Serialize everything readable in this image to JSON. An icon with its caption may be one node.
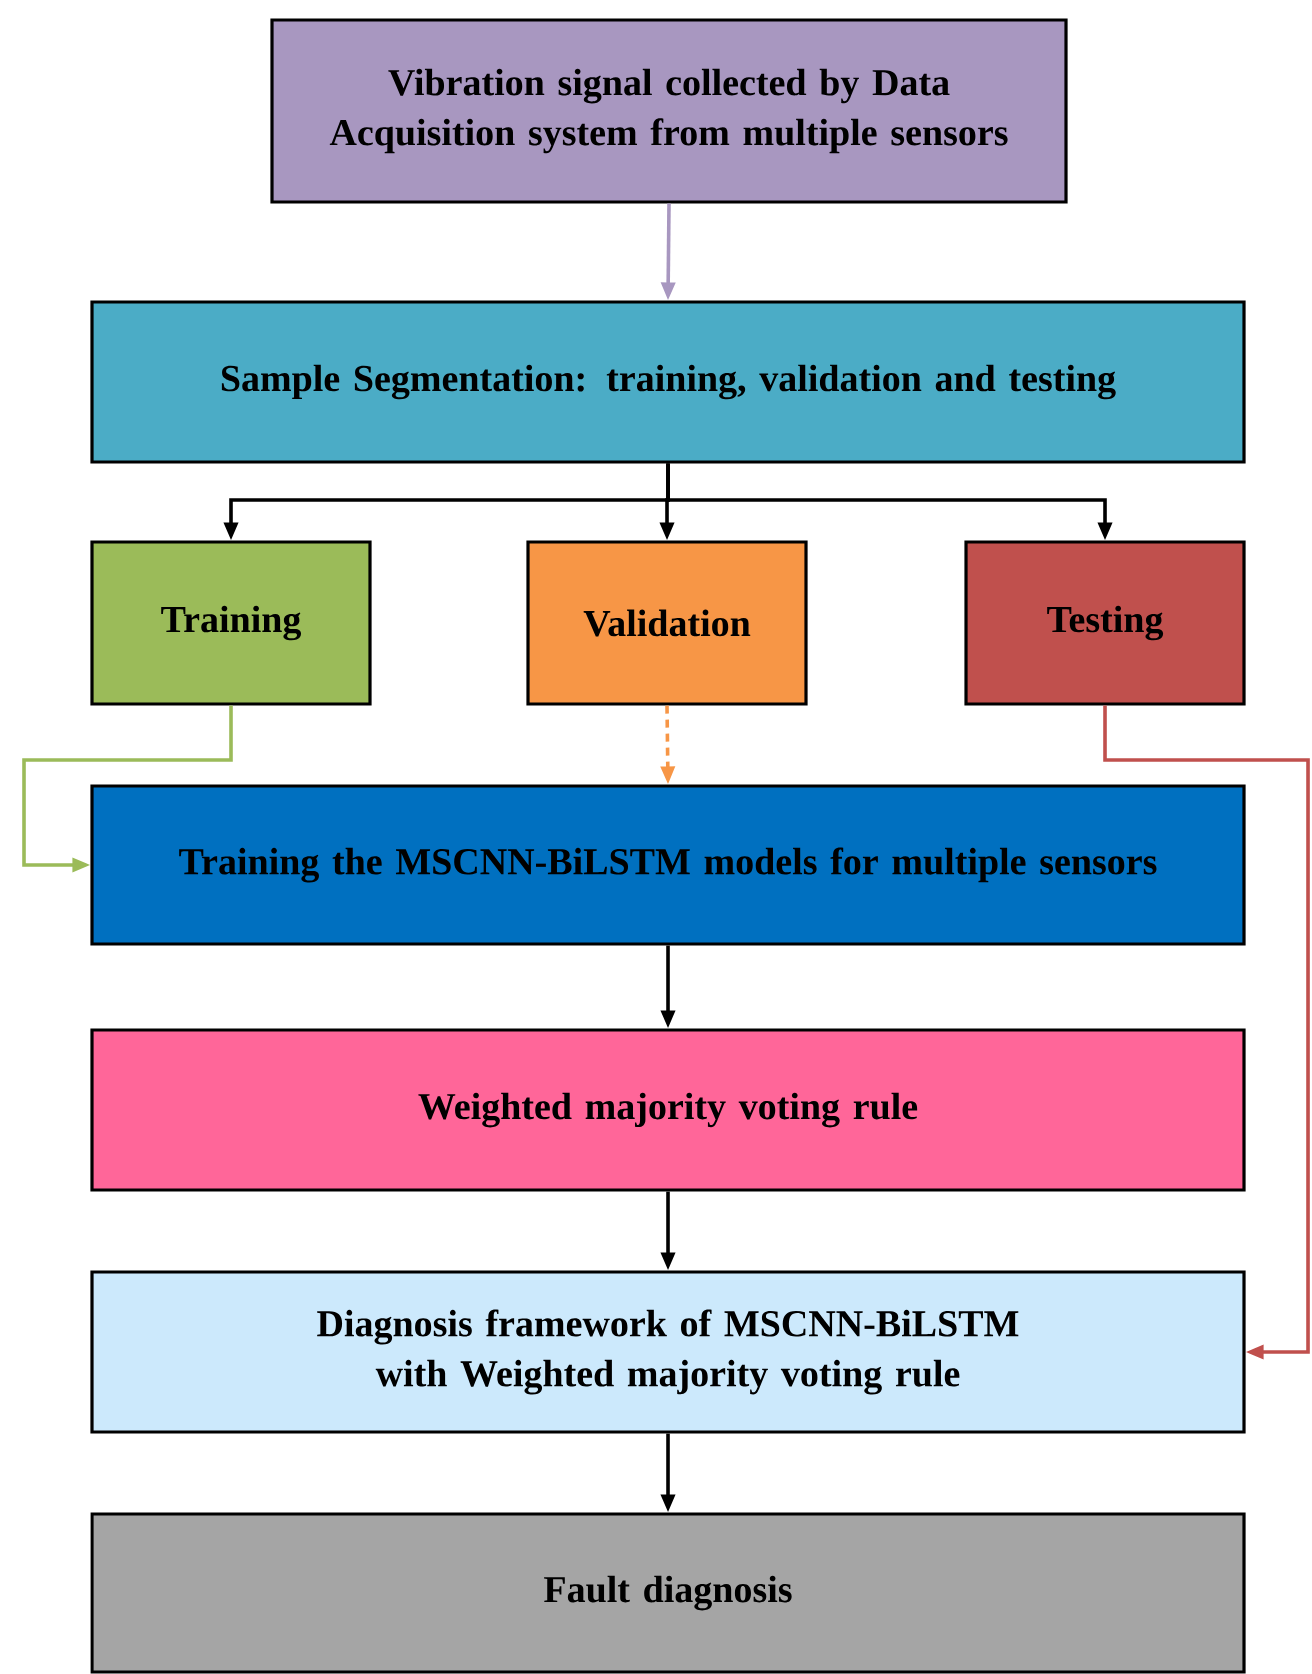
{
  "diagram": {
    "nodes": [
      {
        "text": [
          "Vibration signal collected by Data Acquisition system from multiple sensors"
        ]
      },
      {
        "text": [
          "Sample Segmentation: training, validation and testing"
        ]
      },
      {
        "text": [
          "Training"
        ]
      },
      {
        "text": [
          "Validation"
        ]
      },
      {
        "text": [
          "Testing"
        ]
      },
      {
        "text": [
          "Training the MSCNN-BiLSTM models for multiple sensors"
        ]
      },
      {
        "text": [
          "Weighted majority voting rule"
        ]
      },
      {
        "text": [
          "Diagnosis framework of MSCNN-BiLSTM with Weighted majority voting rule"
        ]
      },
      {
        "text": [
          "Fault diagnosis"
        ]
      }
    ],
    "edges": [
      {
        "from": 0,
        "to": 1,
        "arrow": "to",
        "color": "#a897c0"
      },
      {
        "from": 1,
        "to": 2,
        "arrow": "to"
      },
      {
        "from": 1,
        "to": 3,
        "arrow": "to"
      },
      {
        "from": 1,
        "to": 4,
        "arrow": "to"
      },
      {
        "from": 2,
        "to": 5,
        "arrow": "to",
        "color": "#9bbb59"
      },
      {
        "from": 3,
        "to": 5,
        "arrow": "to",
        "style": "dashed",
        "color": "#f79646"
      },
      {
        "from": 4,
        "to": 7,
        "arrow": "to",
        "color": "#c0504d"
      },
      {
        "from": 5,
        "to": 6,
        "arrow": "to"
      },
      {
        "from": 6,
        "to": 7,
        "arrow": "to"
      },
      {
        "from": 7,
        "to": 8,
        "arrow": "to"
      }
    ]
  }
}
